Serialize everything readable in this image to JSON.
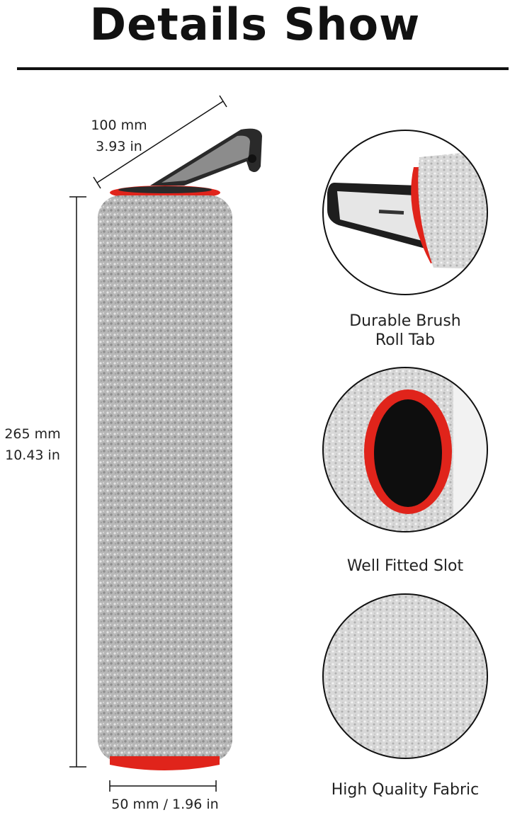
{
  "header": {
    "title": "Details Show"
  },
  "dimensions": {
    "width_mm": "100 mm",
    "width_in": "3.93 in",
    "length_mm": "265 mm",
    "length_in": "10.43 in",
    "diameter": "50 mm / 1.96 in"
  },
  "features": [
    {
      "line1": "Durable Brush",
      "line2": "Roll Tab"
    },
    {
      "line1": "Well Fitted Slot"
    },
    {
      "line1": "High Quality Fabric"
    }
  ],
  "colors": {
    "accent_red": "#e0241b",
    "fabric_gray": "#b9b9b9",
    "tab_dark": "#2a2a2a",
    "text": "#111111"
  }
}
